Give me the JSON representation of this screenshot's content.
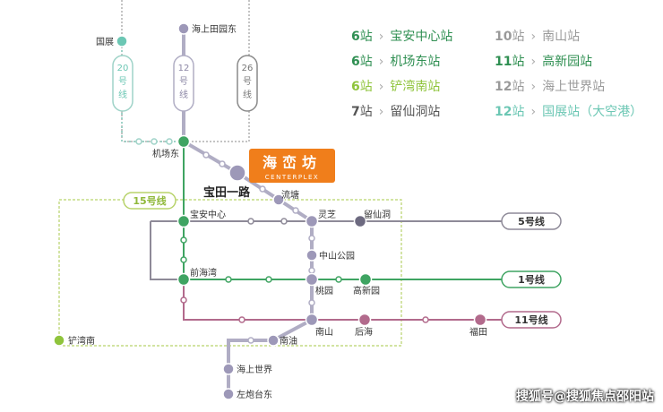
{
  "colors": {
    "line5": "#8e8a98",
    "line1": "#3fa462",
    "line11": "#b26a8c",
    "line12": "#b0adc4",
    "line15": "#b8d36b",
    "line20": "#9fd3c8",
    "line26": "#8a8a8a",
    "label_bg": "#f07e1b",
    "green_dark": "#2f8f52",
    "green_light": "#8fc43c",
    "gray_text": "#9a9a9a",
    "cyan_text": "#6cc7b4"
  },
  "project": {
    "name": "海峦坊",
    "english": "CENTERPLEX"
  },
  "lines": {
    "l20": {
      "number": "20",
      "unit": "号",
      "suffix": "线"
    },
    "l12": {
      "number": "12",
      "unit": "号",
      "suffix": "线"
    },
    "l26": {
      "number": "26",
      "unit": "号",
      "suffix": "线"
    },
    "l15": "15号线",
    "l5": "5号线",
    "l1": "1号线",
    "l11": "11号线"
  },
  "stations": {
    "guozhan": "国展",
    "haishang_tianyuan": "海上田园东",
    "jichang_dong": "机场东",
    "baotian_yilu": "宝田一路",
    "liutang": "流塘",
    "baoan_zhongxin": "宝安中心",
    "lingzhi": "灵芝",
    "liuxiandong": "留仙洞",
    "zhongshan_gongyuan": "中山公园",
    "qianhaiwan": "前海湾",
    "taoyuan": "桃园",
    "gaoxinyuan": "高新园",
    "nanshan": "南山",
    "houhai": "后海",
    "futian": "福田",
    "chanwan_nan": "铲湾南",
    "nanyou": "南油",
    "haishang_shijie": "海上世界",
    "zuopaotai_dong": "左炮台东"
  },
  "legend": [
    {
      "count": "6",
      "unit": "站",
      "station": "宝安中心站",
      "color": "#2f8f52"
    },
    {
      "count": "10",
      "unit": "站",
      "station": "南山站",
      "color": "#9a9a9a"
    },
    {
      "count": "6",
      "unit": "站",
      "station": "机场东站",
      "color": "#2f8f52"
    },
    {
      "count": "11",
      "unit": "站",
      "station": "高新园站",
      "color": "#2f8f52"
    },
    {
      "count": "6",
      "unit": "站",
      "station": "铲湾南站",
      "color": "#8fc43c"
    },
    {
      "count": "12",
      "unit": "站",
      "station": "海上世界站",
      "color": "#9a9a9a"
    },
    {
      "count": "7",
      "unit": "站",
      "station": "留仙洞站",
      "color": "#555555"
    },
    {
      "count": "12",
      "unit": "站",
      "station": "国展站（大空港）",
      "color": "#6cc7b4"
    }
  ],
  "watermark": "搜狐号@搜狐焦点邵阳站"
}
